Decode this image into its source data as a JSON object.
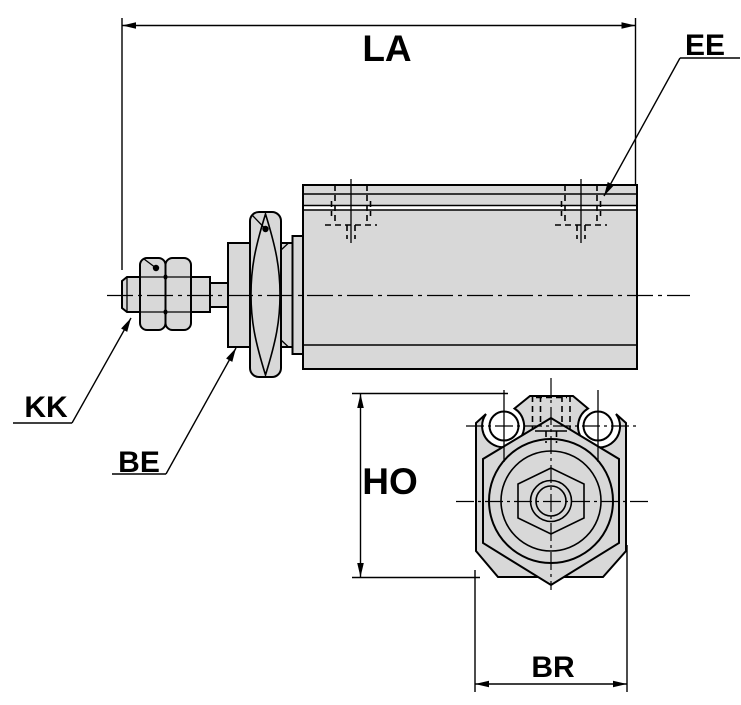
{
  "drawing": {
    "type": "engineering-dimension-drawing",
    "colors": {
      "part_fill": "#d8d8d8",
      "hole_fill": "#ffffff",
      "line": "#000000",
      "background": "#ffffff"
    }
  },
  "labels": {
    "la": "LA",
    "ee": "EE",
    "kk": "KK",
    "be": "BE",
    "ho": "HO",
    "br": "BR"
  }
}
